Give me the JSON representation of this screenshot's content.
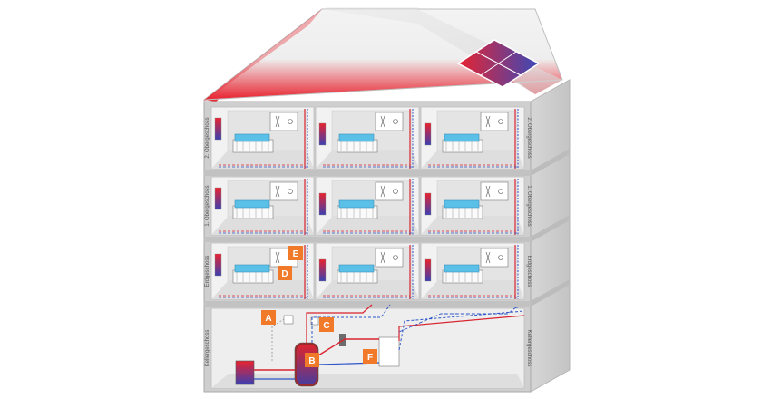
{
  "floors": [
    {
      "label": "2. Obergeschoss"
    },
    {
      "label": "1. Obergeschoss"
    },
    {
      "label": "Erdgeschoss"
    },
    {
      "label": "Kellergeschoss"
    }
  ],
  "markers": [
    "A",
    "B",
    "C",
    "D",
    "E",
    "F"
  ],
  "colors": {
    "marker": "#f07a2a",
    "roof_red": "#e8232f",
    "pipe_red": "#d9252f",
    "pipe_blue": "#2f55c8",
    "wall": "#cfcfcf",
    "room": "#e9e9e9",
    "floor_heating": "#5ac0e8"
  }
}
